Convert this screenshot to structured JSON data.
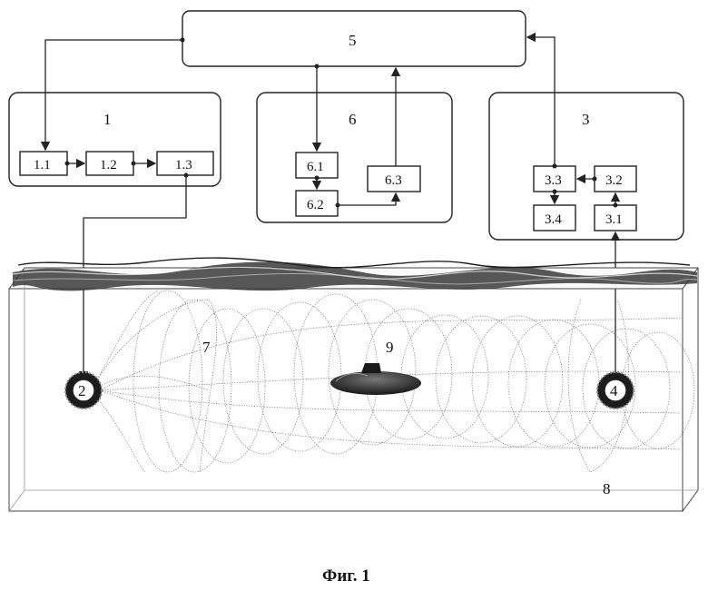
{
  "block_5": {
    "label": "5"
  },
  "block_1": {
    "label": "1",
    "sub": [
      "1.1",
      "1.2",
      "1.3"
    ]
  },
  "block_6": {
    "label": "6",
    "sub": [
      "6.1",
      "6.2",
      "6.3"
    ]
  },
  "block_3": {
    "label": "3",
    "sub": [
      "3.3",
      "3.2",
      "3.4",
      "3.1"
    ]
  },
  "emitter": {
    "label": "2"
  },
  "receiver": {
    "label": "4"
  },
  "field": {
    "label": "7"
  },
  "water": {
    "label": "8"
  },
  "submarine": {
    "label": "9"
  },
  "caption": "Фиг. 1"
}
